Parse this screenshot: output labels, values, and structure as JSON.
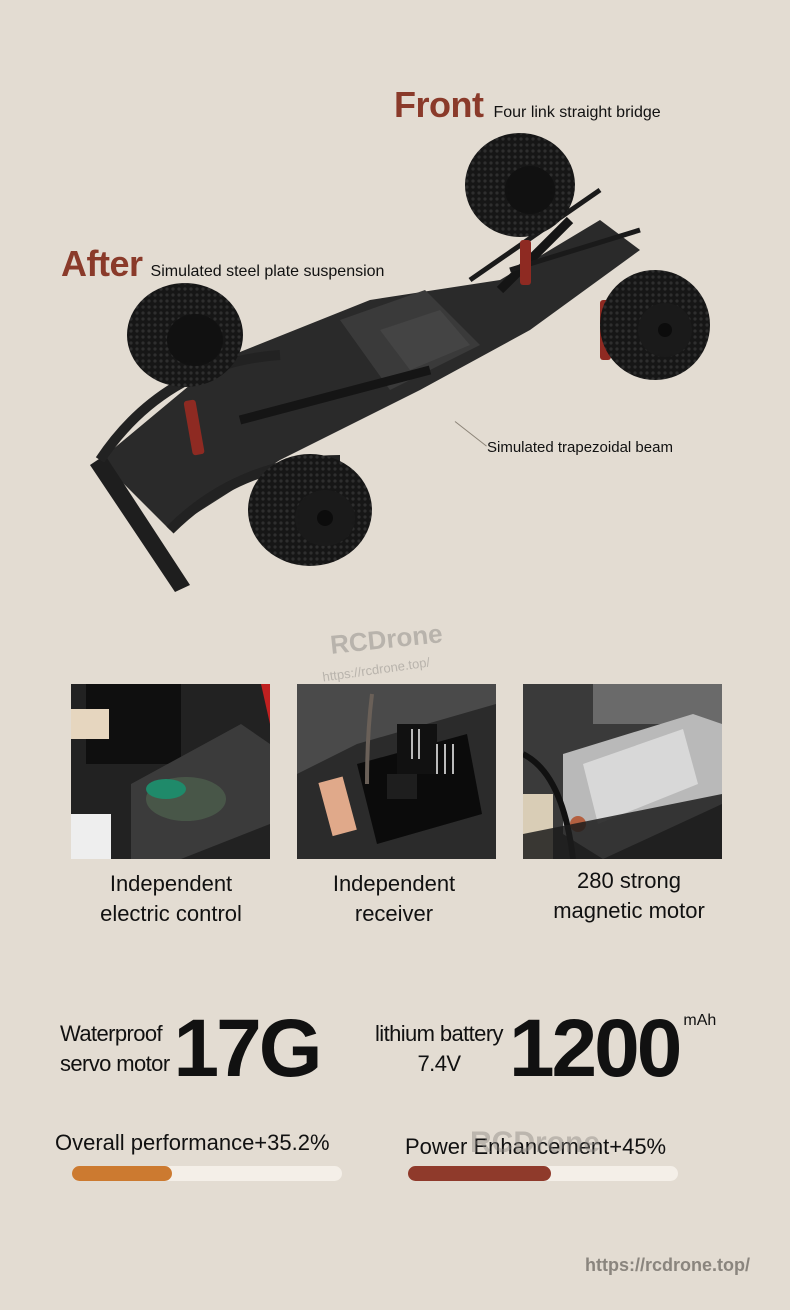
{
  "colors": {
    "background": "#e3dcd2",
    "label_accent": "#8a3a2a",
    "bar_orange": "#cc7a30",
    "bar_red": "#8f3a2b",
    "bar_track": "#f4efe8"
  },
  "callouts": {
    "front": {
      "title": "Front",
      "description": "Four link straight bridge"
    },
    "after": {
      "title": "After",
      "description": "Simulated steel plate suspension"
    },
    "beam": {
      "description": "Simulated trapezoidal beam"
    }
  },
  "watermark": {
    "brand": "RCDrone",
    "url": "https://rcdrone.top/"
  },
  "features": [
    {
      "image": "electric-control-photo",
      "line1": "Independent",
      "line2": "electric control"
    },
    {
      "image": "receiver-photo",
      "line1": "Independent",
      "line2": "receiver"
    },
    {
      "image": "motor-photo",
      "line1": "280 strong",
      "line2": "magnetic motor"
    }
  ],
  "specs": {
    "servo": {
      "line1": "Waterproof",
      "line2": "servo motor",
      "value": "17G"
    },
    "battery": {
      "line1": "lithium battery",
      "line2": "7.4V",
      "value": "1200",
      "unit": "mAh"
    }
  },
  "bars": [
    {
      "label": "Overall performance+35.2%",
      "percent": 35.2,
      "color": "#cc7a30"
    },
    {
      "label": "Power Enhancement+45%",
      "percent": 45,
      "color": "#8f3a2b"
    }
  ],
  "footer": {
    "url": "https://rcdrone.top/"
  }
}
